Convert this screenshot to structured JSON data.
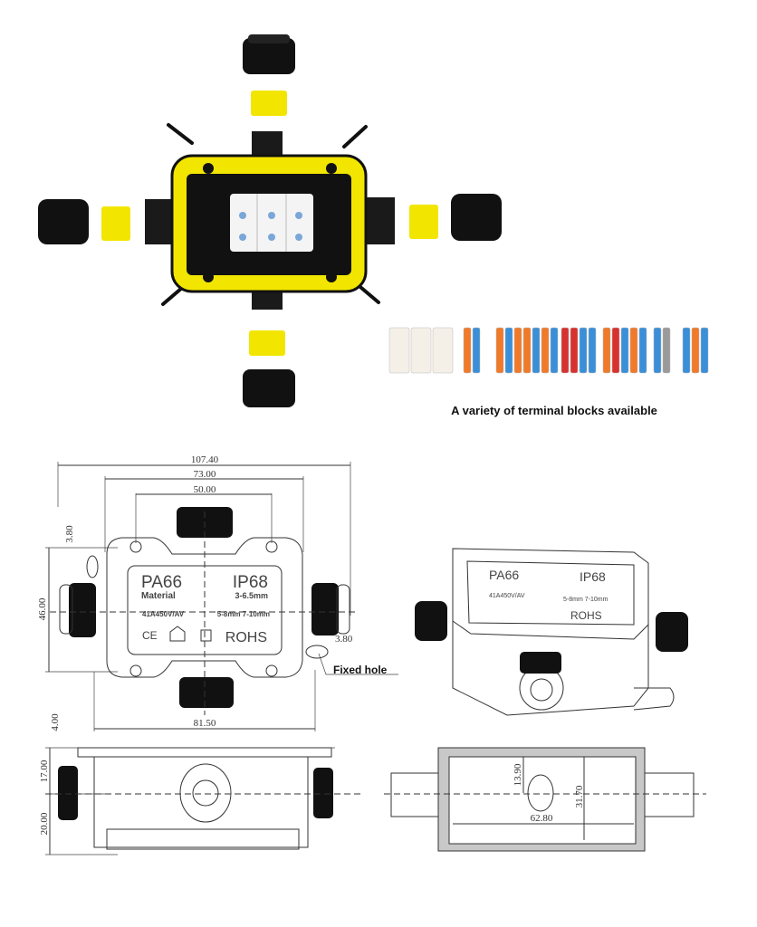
{
  "caption": "A variety of terminal blocks available",
  "colors": {
    "housing": "#f2e600",
    "body": "#111111",
    "insert": "#f2e600",
    "terminal_orange": "#f07a2a",
    "terminal_blue": "#3b8fd8",
    "terminal_red": "#d8322e",
    "terminal_grey": "#9a9a9a"
  },
  "front_view": {
    "dimensions": {
      "overall_width": "107.40",
      "body_width": "73.00",
      "hole_spacing": "50.00",
      "height": "46.00",
      "top_offset": "3.80",
      "hole_offset": "3.80",
      "base_width": "81.50"
    },
    "label": {
      "material": "PA66",
      "material_sub": "Material",
      "rating": "IP68",
      "cable_range_1": "3-6.5mm",
      "electrical": "41A450V/AV",
      "cable_range_2": "5-8mm 7-10mm",
      "rohs": "ROHS",
      "ce": "CE"
    },
    "callout": "Fixed hole"
  },
  "side_view": {
    "dimensions": {
      "flange": "4.00",
      "upper": "17.00",
      "lower": "20.00"
    }
  },
  "section_view": {
    "dimensions": {
      "inner_width": "62.80",
      "inner_height": "31.70",
      "center_height": "13.90"
    }
  }
}
